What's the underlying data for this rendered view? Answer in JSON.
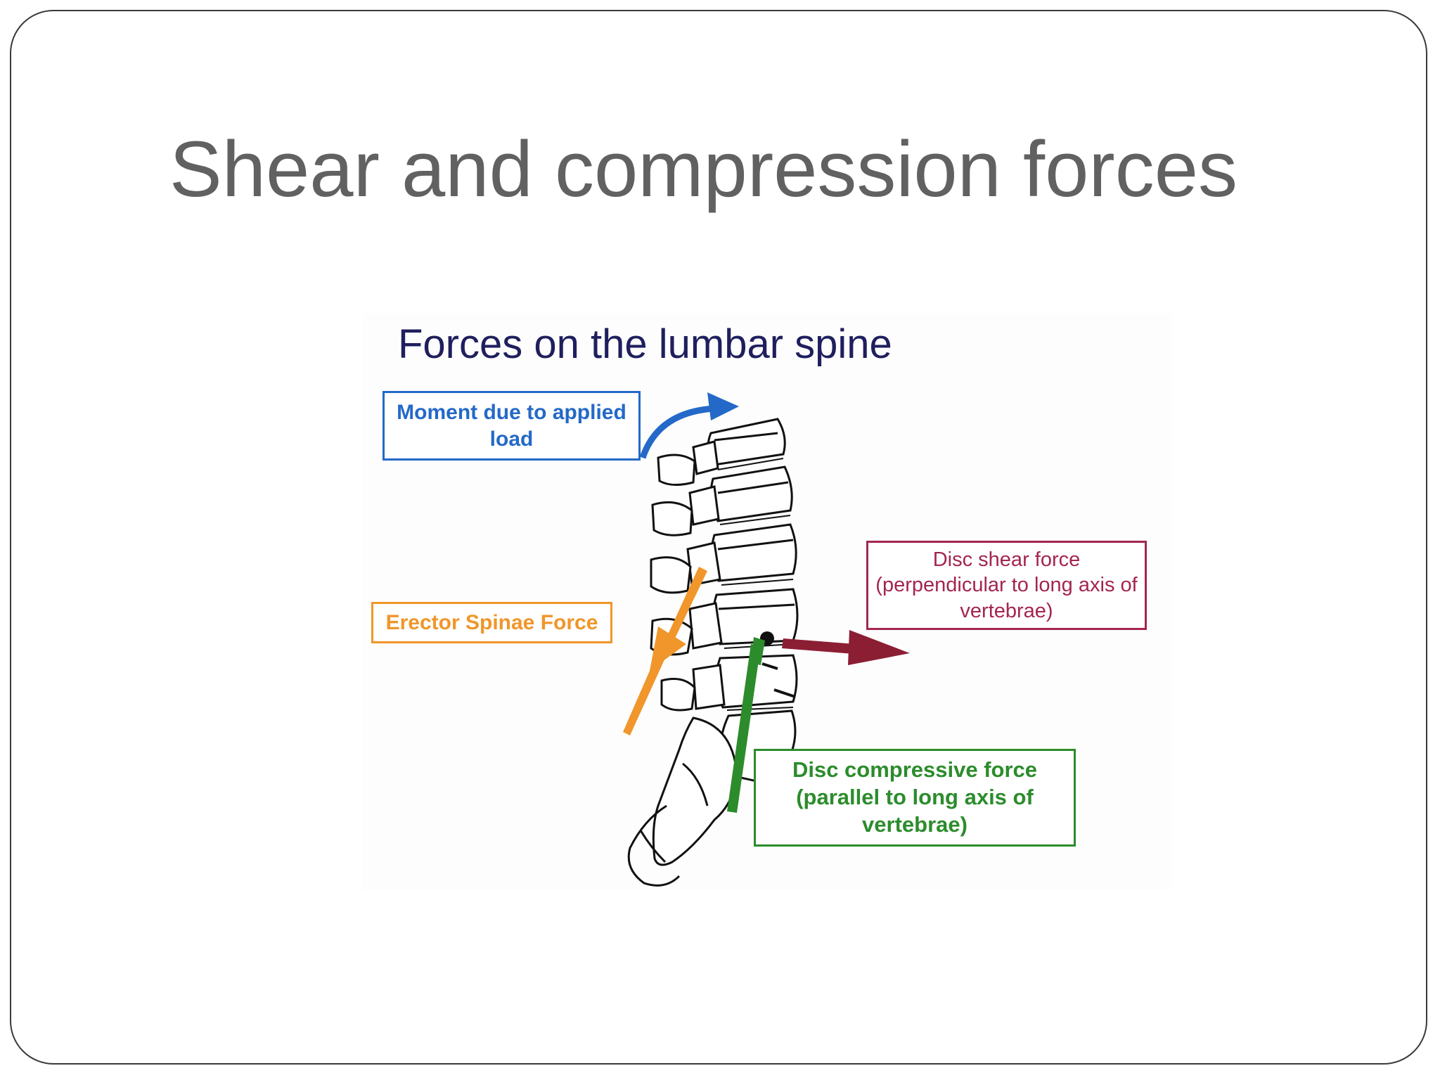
{
  "slide": {
    "title": "Shear and compression forces"
  },
  "figure": {
    "title": "Forces on the lumbar spine",
    "labels": {
      "moment": "Moment due to applied load",
      "erector": "Erector Spinae Force",
      "shear": "Disc shear force (perpendicular to long axis of vertebrae)",
      "compressive": "Disc compressive force (parallel to long axis of vertebrae)"
    },
    "colors": {
      "moment": "#2469c8",
      "erector": "#f0962a",
      "shear": "#a3264f",
      "compressive": "#2c8c2c",
      "title": "#1f1f5e"
    }
  }
}
